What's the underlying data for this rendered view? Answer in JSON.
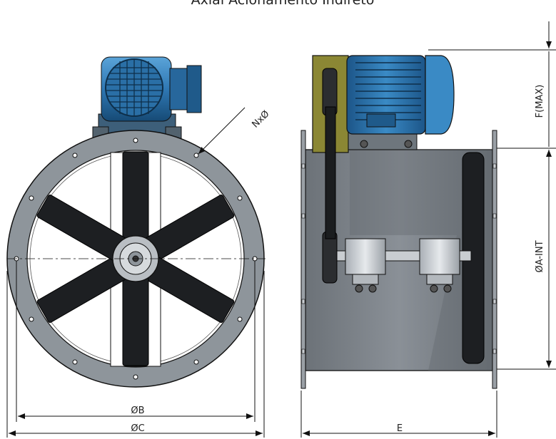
{
  "title": "Axial Acionamento Indireto",
  "labels": {
    "diameter_b": "ØB",
    "diameter_c": "ØC",
    "length_e": "E",
    "height_f": "F(MAX)",
    "diameter_a_int": "ØA-INT",
    "holes": "NxØ"
  },
  "colors": {
    "motor_blue": "#2f78b4",
    "ring_grey": "#8e959b",
    "blade_black": "#1d1f22",
    "housing_grey": "#7c8288",
    "belt_guard_olive": "#8b8734"
  }
}
